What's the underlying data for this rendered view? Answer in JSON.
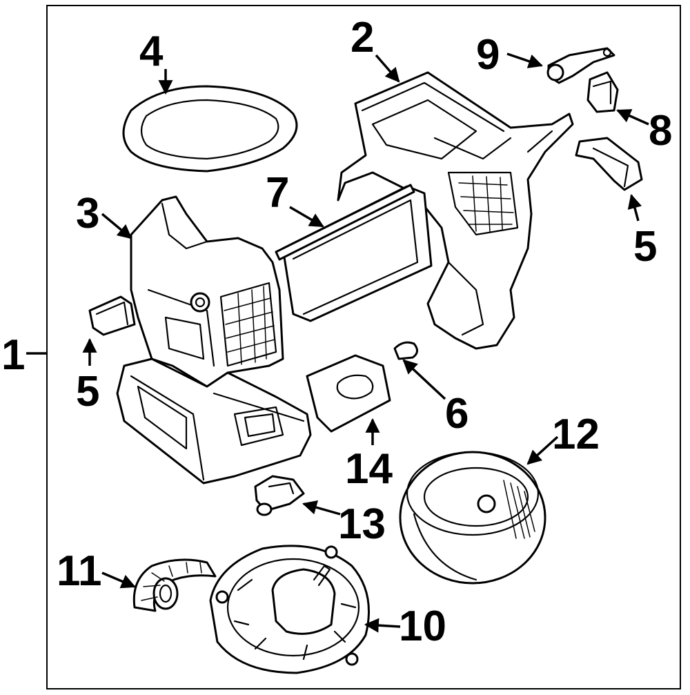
{
  "diagram": {
    "callouts": [
      {
        "id": "c1",
        "text": "1"
      },
      {
        "id": "c2",
        "text": "2"
      },
      {
        "id": "c3",
        "text": "3"
      },
      {
        "id": "c4",
        "text": "4"
      },
      {
        "id": "c5a",
        "text": "5"
      },
      {
        "id": "c5b",
        "text": "5"
      },
      {
        "id": "c6",
        "text": "6"
      },
      {
        "id": "c7",
        "text": "7"
      },
      {
        "id": "c8",
        "text": "8"
      },
      {
        "id": "c9",
        "text": "9"
      },
      {
        "id": "c10",
        "text": "10"
      },
      {
        "id": "c11",
        "text": "11"
      },
      {
        "id": "c12",
        "text": "12"
      },
      {
        "id": "c13",
        "text": "13"
      },
      {
        "id": "c14",
        "text": "14"
      }
    ]
  }
}
